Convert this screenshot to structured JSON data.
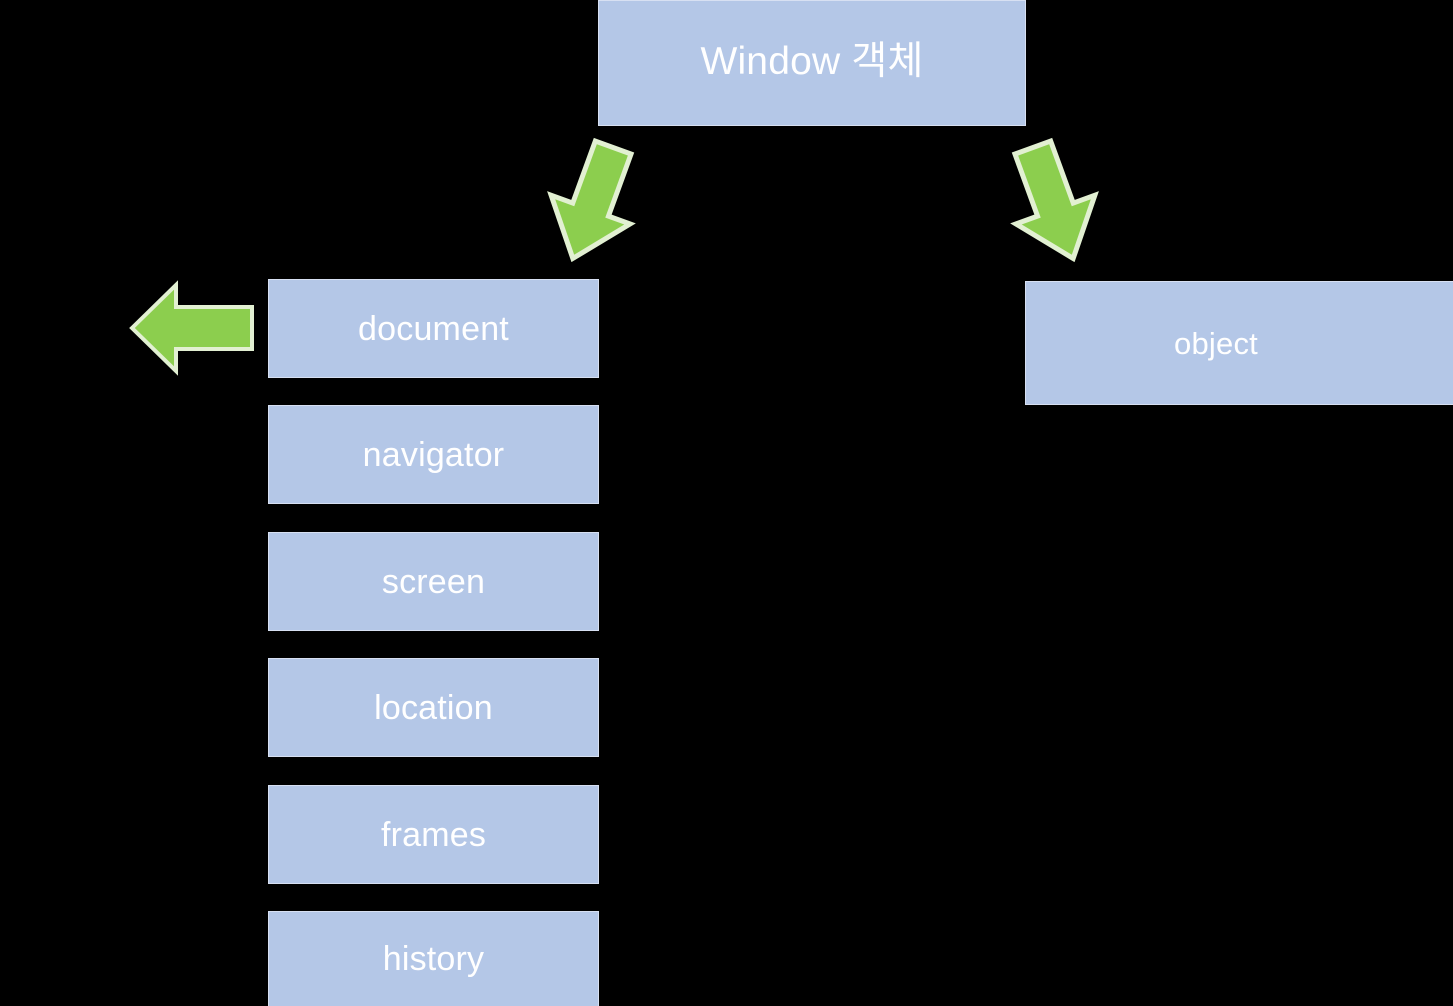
{
  "diagram": {
    "title_node": {
      "name": "window-object",
      "label": "Window 객체"
    },
    "branch_nodes": [
      {
        "name": "document",
        "label": "document"
      },
      {
        "name": "navigator",
        "label": "navigator"
      },
      {
        "name": "screen",
        "label": "screen"
      },
      {
        "name": "location",
        "label": "location"
      },
      {
        "name": "frames",
        "label": "frames"
      },
      {
        "name": "history",
        "label": "history"
      }
    ],
    "side_node": {
      "name": "object",
      "label": "object"
    },
    "arrows": [
      {
        "name": "window-to-document",
        "direction": "down-left",
        "icon": "arrow-down-left-icon"
      },
      {
        "name": "window-to-object",
        "direction": "down-right",
        "icon": "arrow-down-right-icon"
      },
      {
        "name": "document-out",
        "direction": "left",
        "icon": "arrow-left-icon"
      }
    ],
    "colors": {
      "background": "#000000",
      "box_fill": "#b4c7e7",
      "box_border": "#d7e0f2",
      "box_text": "#ffffff",
      "arrow_fill": "#8cce4e",
      "arrow_border": "#e2f0d2"
    }
  }
}
